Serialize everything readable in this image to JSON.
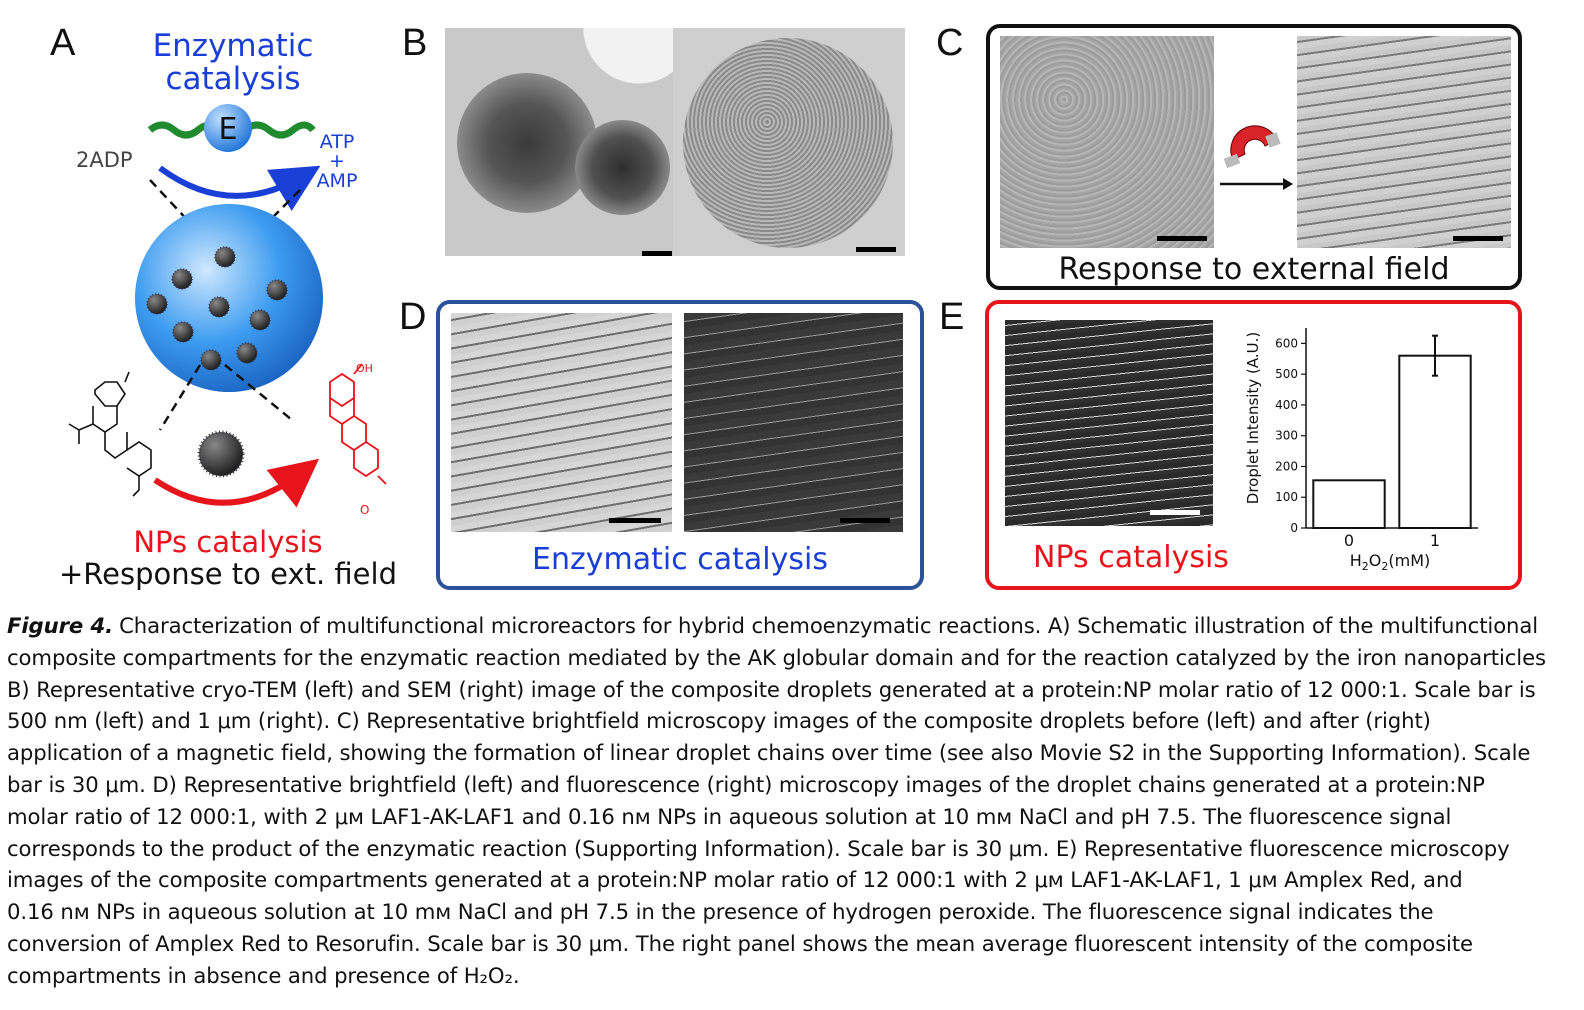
{
  "panels": {
    "A": {
      "label": "A",
      "title_line1": "Enzymatic",
      "title_line2": "catalysis",
      "enzyme": "E",
      "substrate": "2ADP",
      "product_line1": "ATP",
      "product_line2": "+",
      "product_line3": "AMP",
      "np_line1": "NPs catalysis",
      "np_line2": "+Response to ext. field",
      "oh": "OH",
      "o": "O"
    },
    "B": {
      "label": "B"
    },
    "C": {
      "label": "C",
      "caption": "Response to external field"
    },
    "D": {
      "label": "D",
      "caption": "Enzymatic catalysis"
    },
    "E": {
      "label": "E",
      "caption": "NPs catalysis"
    }
  },
  "colors": {
    "blue": "#1a3fd6",
    "red": "#e8141b",
    "frame_blue": "#2a5298",
    "green": "#1f8a2e"
  },
  "chart_data": {
    "type": "bar",
    "categories": [
      "0",
      "1"
    ],
    "values": [
      155,
      560
    ],
    "errors": [
      null,
      65
    ],
    "ylabel": "Droplet Intensity (A.U.)",
    "xlabel": "H2O2(mM)",
    "ylim": [
      0,
      650
    ],
    "yticks": [
      "0",
      "100",
      "200",
      "300",
      "400",
      "500",
      "600"
    ]
  },
  "caption": {
    "figure_label": "Figure 4.",
    "lines": [
      "Characterization of multifunctional microreactors for hybrid chemoenzymatic reactions. A) Schematic illustration of the multifunctional",
      "composite compartments for the enzymatic reaction mediated by the AK globular domain and for the reaction catalyzed by the iron nanoparticles",
      "B) Representative cryo-TEM (left) and SEM (right) image of the composite droplets generated at a protein:NP molar ratio of 12 000:1. Scale bar is",
      "500 nm (left) and 1 μm (right). C) Representative brightfield microscopy images of the composite droplets before (left) and after (right)",
      "application of a magnetic field, showing the formation of linear droplet chains over time (see also Movie S2 in the Supporting Information). Scale",
      "bar is 30 μm. D) Representative brightfield (left) and fluorescence (right) microscopy images of the droplet chains generated at a protein:NP",
      "molar ratio of 12 000:1, with 2 μм LAF1-AK-LAF1 and 0.16 nм NPs in aqueous solution at 10 mм NaCl and pH 7.5. The fluorescence signal",
      "corresponds to the product of the enzymatic reaction (Supporting Information). Scale bar is 30 μm. E) Representative fluorescence microscopy",
      "images of the composite compartments generated at a protein:NP molar ratio of 12 000:1 with 2 μм LAF1-AK-LAF1, 1 μм Amplex Red, and",
      "0.16 nм NPs in aqueous solution at 10 mм NaCl and pH 7.5 in the presence of hydrogen peroxide. The fluorescence signal indicates the",
      "conversion of Amplex Red to Resorufin. Scale bar is 30 μm. The right panel shows the mean average fluorescent intensity of the composite",
      "compartments in absence and presence of H₂O₂."
    ]
  }
}
